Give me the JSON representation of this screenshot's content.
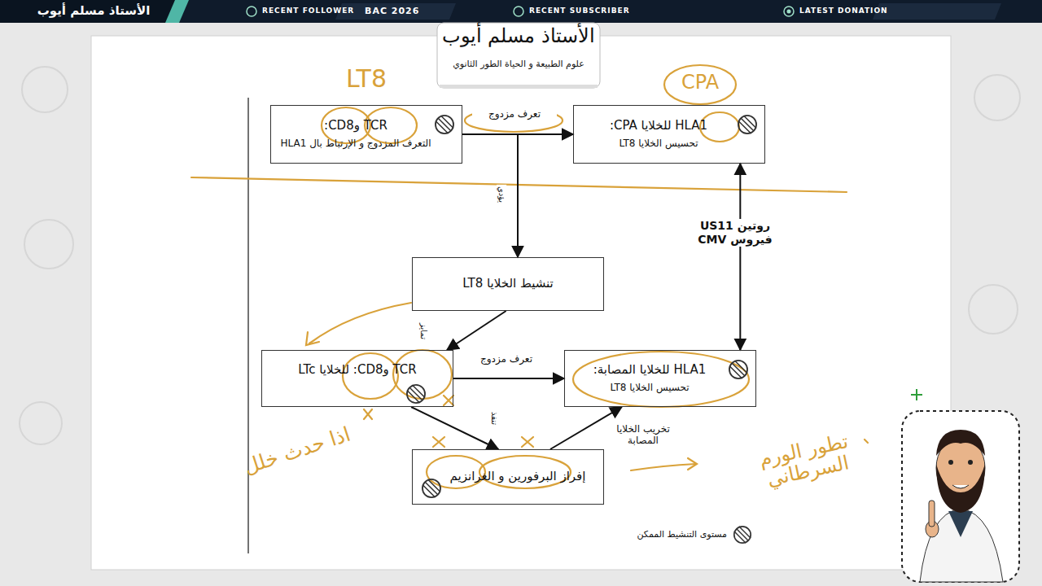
{
  "diagram": {
    "nodes": [
      {
        "text": [
          "TCR وCD8:",
          "التعرف المزدوج و الإرتباط بال HLA1"
        ]
      },
      {
        "text": [
          "HLA1 للخلايا CPA:",
          "تحسيس الخلايا LT8"
        ]
      },
      {
        "text": [
          "تنشيط الخلايا LT8"
        ]
      },
      {
        "text": [
          "TCR وCD8: للخلايا LTc"
        ]
      },
      {
        "text": [
          "HLA1 للخلايا المصابة:",
          "تحسيس الخلايا LT8"
        ]
      },
      {
        "text": [
          "إفراز البرفورين و الغرانزيم"
        ]
      }
    ],
    "edges": [
      {
        "from": 0,
        "to": 1,
        "label": "تعرف مزدوج",
        "arrow": "to"
      },
      {
        "from": 0,
        "to": 2,
        "label": "يؤدي",
        "arrow": "to"
      },
      {
        "from": 2,
        "to": 3,
        "label": "تمايز",
        "arrow": "to"
      },
      {
        "from": 3,
        "to": 4,
        "label": "تعرف مزدوج",
        "arrow": "to"
      },
      {
        "from": 3,
        "to": 5,
        "label": "تنفذ",
        "arrow": "to"
      },
      {
        "from": 5,
        "to": 4,
        "label": "تخريب الخلايا المصابة",
        "arrow": "to"
      },
      {
        "from": 1,
        "to": 4,
        "label": "روتين US11 فيروس CMV",
        "arrow": "both"
      }
    ],
    "labels": [
      "الأستاذ مسلم أيوب",
      "RECENT FOLLOWER",
      "BAC 2026",
      "RECENT SUBSCRIBER",
      "LATEST DONATION",
      "الأستاذ مسلم أيوب",
      "علوم الطبيعة و الحياة الطور الثانوي",
      "LT8",
      "CPA",
      "اذا حدث خلل",
      "تطور الورم السرطاني"
    ],
    "legend": [
      {
        "text": "مستوى التنشيط الممكن"
      }
    ]
  }
}
